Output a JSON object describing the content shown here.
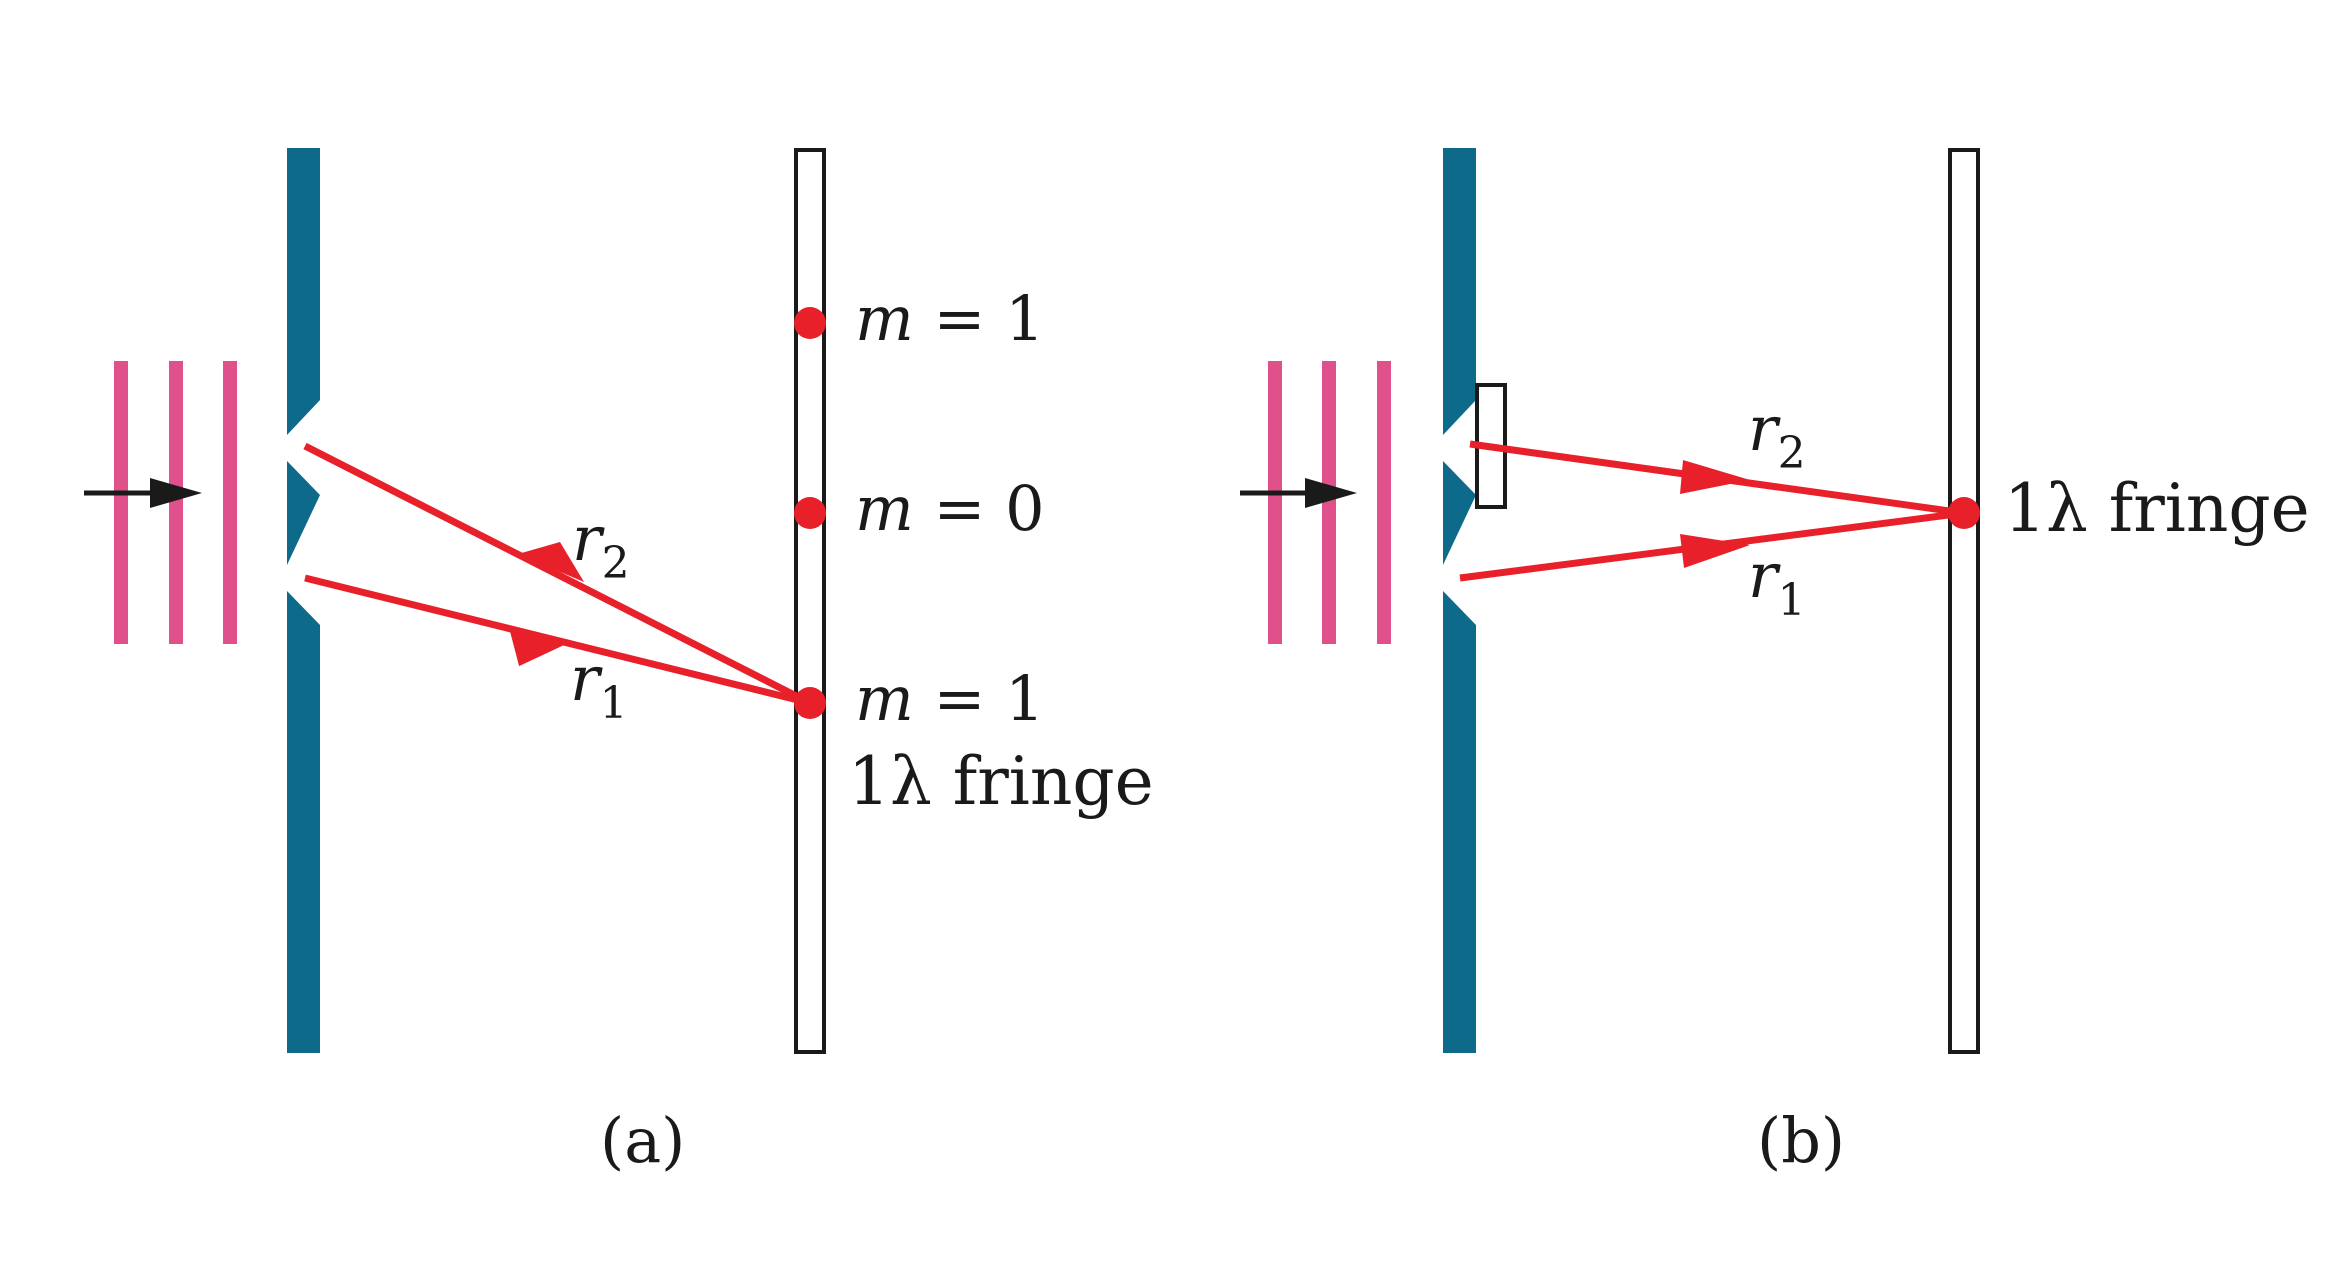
{
  "panel_a": {
    "caption": "(a)",
    "fringe_labels": [
      "m = 1",
      "m = 0",
      "m = 1"
    ],
    "fringe_note": "1λ fringe",
    "ray_labels": {
      "upper": "r",
      "upper_sub": "2",
      "lower": "r",
      "lower_sub": "1"
    }
  },
  "panel_b": {
    "caption": "(b)",
    "fringe_note": "1λ fringe",
    "ray_labels": {
      "upper": "r",
      "upper_sub": "2",
      "lower": "r",
      "lower_sub": "1"
    }
  },
  "colors": {
    "barrier": "#0e6a8a",
    "wavefront": "#e0508a",
    "ray": "#e8202a",
    "fringe_dot": "#e8202a",
    "screen_stroke": "#1a1a1a",
    "arrow": "#1a1a1a"
  }
}
